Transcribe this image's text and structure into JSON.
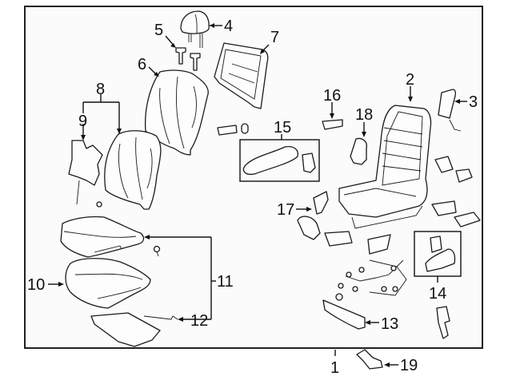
{
  "diagram": {
    "type": "exploded-parts-diagram",
    "subject": "seat assembly",
    "callouts": [
      {
        "id": "1",
        "label": "1"
      },
      {
        "id": "2",
        "label": "2"
      },
      {
        "id": "3",
        "label": "3"
      },
      {
        "id": "4",
        "label": "4"
      },
      {
        "id": "5",
        "label": "5"
      },
      {
        "id": "6",
        "label": "6"
      },
      {
        "id": "7",
        "label": "7"
      },
      {
        "id": "8",
        "label": "8"
      },
      {
        "id": "9",
        "label": "9"
      },
      {
        "id": "10",
        "label": "10"
      },
      {
        "id": "11",
        "label": "11"
      },
      {
        "id": "12",
        "label": "12"
      },
      {
        "id": "13",
        "label": "13"
      },
      {
        "id": "14",
        "label": "14"
      },
      {
        "id": "15",
        "label": "15"
      },
      {
        "id": "16",
        "label": "16"
      },
      {
        "id": "17",
        "label": "17"
      },
      {
        "id": "18",
        "label": "18"
      },
      {
        "id": "19",
        "label": "19"
      }
    ],
    "colors": {
      "line": "#1a1a1a",
      "background": "#fbfbfb",
      "page": "#ffffff"
    }
  }
}
